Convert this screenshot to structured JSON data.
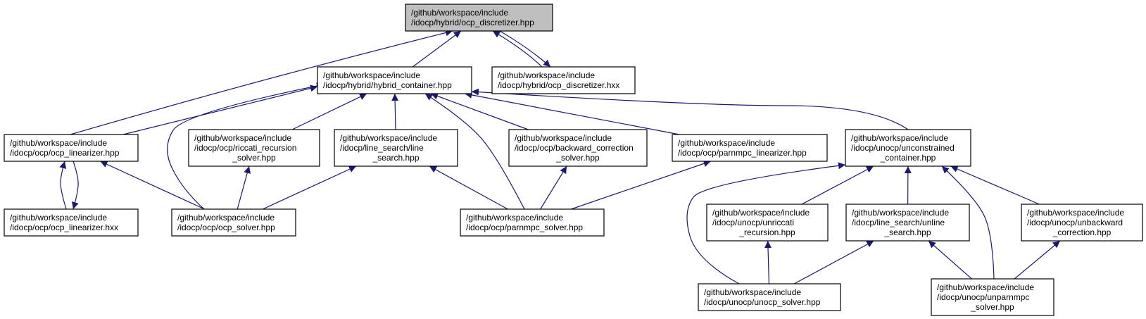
{
  "colors": {
    "edge": "#191970",
    "focus_fill": "#bfbfbf",
    "node_fill": "#ffffff",
    "node_border": "#000000"
  },
  "nodes": [
    {
      "id": "ocp_discretizer_hpp",
      "lines": [
        "/github/workspace/include",
        "/idocp/hybrid/ocp_discretizer.hpp"
      ],
      "focus": true
    },
    {
      "id": "hybrid_container_hpp",
      "lines": [
        "/github/workspace/include",
        "/idocp/hybrid/hybrid_container.hpp"
      ]
    },
    {
      "id": "ocp_discretizer_hxx",
      "lines": [
        "/github/workspace/include",
        "/idocp/hybrid/ocp_discretizer.hxx"
      ]
    },
    {
      "id": "ocp_linearizer_hpp",
      "lines": [
        "/github/workspace/include",
        "/idocp/ocp/ocp_linearizer.hpp"
      ]
    },
    {
      "id": "riccati_recursion_solver_hpp",
      "lines": [
        "/github/workspace/include",
        "/idocp/ocp/riccati_recursion",
        "_solver.hpp"
      ]
    },
    {
      "id": "line_search_hpp",
      "lines": [
        "/github/workspace/include",
        "/idocp/line_search/line",
        "_search.hpp"
      ]
    },
    {
      "id": "backward_correction_solver_hpp",
      "lines": [
        "/github/workspace/include",
        "/idocp/ocp/backward_correction",
        "_solver.hpp"
      ]
    },
    {
      "id": "parnmpc_linearizer_hpp",
      "lines": [
        "/github/workspace/include",
        "/idocp/ocp/parnmpc_linearizer.hpp"
      ]
    },
    {
      "id": "unconstrained_container_hpp",
      "lines": [
        "/github/workspace/include",
        "/idocp/unocp/unconstrained",
        "_container.hpp"
      ]
    },
    {
      "id": "ocp_linearizer_hxx",
      "lines": [
        "/github/workspace/include",
        "/idocp/ocp/ocp_linearizer.hxx"
      ]
    },
    {
      "id": "ocp_solver_hpp",
      "lines": [
        "/github/workspace/include",
        "/idocp/ocp/ocp_solver.hpp"
      ]
    },
    {
      "id": "parnmpc_solver_hpp",
      "lines": [
        "/github/workspace/include",
        "/idocp/ocp/parnmpc_solver.hpp"
      ]
    },
    {
      "id": "unriccati_recursion_hpp",
      "lines": [
        "/github/workspace/include",
        "/idocp/unocp/unriccati",
        "_recursion.hpp"
      ]
    },
    {
      "id": "unline_search_hpp",
      "lines": [
        "/github/workspace/include",
        "/idocp/line_search/unline",
        "_search.hpp"
      ]
    },
    {
      "id": "unbackward_correction_hpp",
      "lines": [
        "/github/workspace/include",
        "/idocp/unocp/unbackward",
        "_correction.hpp"
      ]
    },
    {
      "id": "unocp_solver_hpp",
      "lines": [
        "/github/workspace/include",
        "/idocp/unocp/unocp_solver.hpp"
      ]
    },
    {
      "id": "unparnmpc_solver_hpp",
      "lines": [
        "/github/workspace/include",
        "/idocp/unocp/unparnmpc",
        "_solver.hpp"
      ]
    }
  ],
  "edges": [
    {
      "from": "hybrid_container_hpp",
      "to": "ocp_discretizer_hpp"
    },
    {
      "from": "ocp_discretizer_hxx",
      "to": "ocp_discretizer_hpp"
    },
    {
      "from": "ocp_discretizer_hpp",
      "to": "ocp_discretizer_hxx"
    },
    {
      "from": "ocp_linearizer_hpp",
      "to": "ocp_discretizer_hpp"
    },
    {
      "from": "ocp_linearizer_hpp",
      "to": "hybrid_container_hpp"
    },
    {
      "from": "riccati_recursion_solver_hpp",
      "to": "hybrid_container_hpp"
    },
    {
      "from": "line_search_hpp",
      "to": "hybrid_container_hpp"
    },
    {
      "from": "backward_correction_solver_hpp",
      "to": "hybrid_container_hpp"
    },
    {
      "from": "parnmpc_linearizer_hpp",
      "to": "hybrid_container_hpp"
    },
    {
      "from": "unconstrained_container_hpp",
      "to": "hybrid_container_hpp"
    },
    {
      "from": "ocp_solver_hpp",
      "to": "hybrid_container_hpp"
    },
    {
      "from": "parnmpc_solver_hpp",
      "to": "hybrid_container_hpp"
    },
    {
      "from": "ocp_linearizer_hxx",
      "to": "ocp_linearizer_hpp"
    },
    {
      "from": "ocp_linearizer_hpp",
      "to": "ocp_linearizer_hxx"
    },
    {
      "from": "ocp_solver_hpp",
      "to": "ocp_linearizer_hpp"
    },
    {
      "from": "ocp_solver_hpp",
      "to": "riccati_recursion_solver_hpp"
    },
    {
      "from": "ocp_solver_hpp",
      "to": "line_search_hpp"
    },
    {
      "from": "parnmpc_solver_hpp",
      "to": "line_search_hpp"
    },
    {
      "from": "parnmpc_solver_hpp",
      "to": "backward_correction_solver_hpp"
    },
    {
      "from": "parnmpc_solver_hpp",
      "to": "parnmpc_linearizer_hpp"
    },
    {
      "from": "unriccati_recursion_hpp",
      "to": "unconstrained_container_hpp"
    },
    {
      "from": "unline_search_hpp",
      "to": "unconstrained_container_hpp"
    },
    {
      "from": "unbackward_correction_hpp",
      "to": "unconstrained_container_hpp"
    },
    {
      "from": "unocp_solver_hpp",
      "to": "unconstrained_container_hpp"
    },
    {
      "from": "unparnmpc_solver_hpp",
      "to": "unconstrained_container_hpp"
    },
    {
      "from": "unocp_solver_hpp",
      "to": "unriccati_recursion_hpp"
    },
    {
      "from": "unocp_solver_hpp",
      "to": "unline_search_hpp"
    },
    {
      "from": "unparnmpc_solver_hpp",
      "to": "unline_search_hpp"
    },
    {
      "from": "unparnmpc_solver_hpp",
      "to": "unbackward_correction_hpp"
    }
  ]
}
